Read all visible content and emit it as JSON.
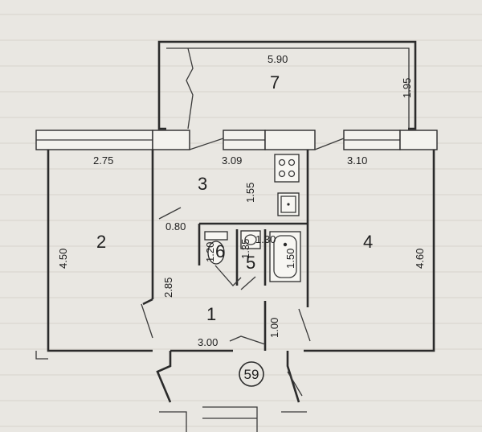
{
  "rooms": {
    "r1": "1",
    "r2": "2",
    "r3": "3",
    "r4": "4",
    "r5": "5",
    "r6": "6",
    "r7": "7"
  },
  "dimensions": {
    "d_590": "5.90",
    "d_195": "1.95",
    "d_275": "2.75",
    "d_309": "3.09",
    "d_310": "3.10",
    "d_155": "1.55",
    "d_080": "0.80",
    "d_450": "4.50",
    "d_460": "4.60",
    "d_285": "2.85",
    "d_120": "1.20",
    "d_135": "1.35",
    "d_130": "1.30",
    "d_150": "1.50",
    "d_100": "1.00",
    "d_300": "3.00"
  },
  "unit_number": "59"
}
